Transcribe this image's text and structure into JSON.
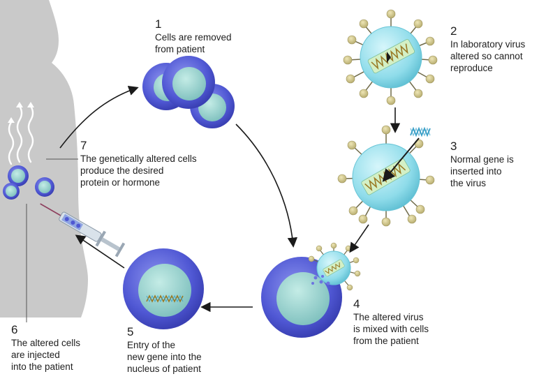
{
  "steps": [
    {
      "number": "1",
      "text": "Cells are removed\nfrom patient"
    },
    {
      "number": "2",
      "text": "In laboratory virus\naltered so cannot\nreproduce"
    },
    {
      "number": "3",
      "text": "Normal gene is\ninserted into\nthe virus"
    },
    {
      "number": "4",
      "text": "The altered virus\nis mixed with cells\nfrom the patient"
    },
    {
      "number": "5",
      "text": "Entry of the\nnew gene into the\nnucleus of patient"
    },
    {
      "number": "6",
      "text": "The altered cells\nare injected\ninto the patient"
    },
    {
      "number": "7",
      "text": "The genetically altered cells\nproduce the desired\nprotein or hormone"
    }
  ],
  "colors": {
    "body_silhouette": "#c9c9c9",
    "cell_outer": "#4f58d2",
    "nucleus": "#93d0cc",
    "virus": "#8bdcea",
    "virus_spike": "#c8bf86",
    "dna": "#9a7a26",
    "arrow": "#1a1a1a"
  }
}
